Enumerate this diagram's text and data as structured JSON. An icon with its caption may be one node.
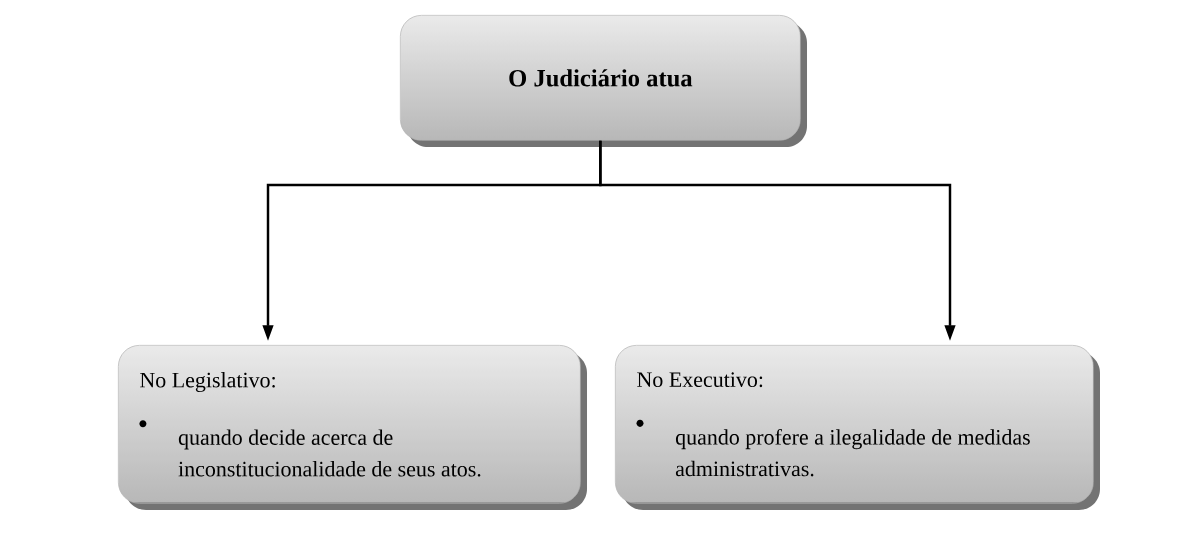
{
  "diagram": {
    "nodes": [
      {
        "text": [
          "O Judiciário atua"
        ]
      },
      {
        "text": [
          "No Legislativo:",
          "quando decide acerca de inconstitucionalidade de seus atos."
        ]
      },
      {
        "text": [
          "No Executivo:",
          "quando profere a ilegalidade de medidas administrativas."
        ]
      }
    ],
    "edges": [
      {
        "from": 0,
        "to": 1,
        "arrow": "to"
      },
      {
        "from": 0,
        "to": 2,
        "arrow": "to"
      }
    ]
  }
}
